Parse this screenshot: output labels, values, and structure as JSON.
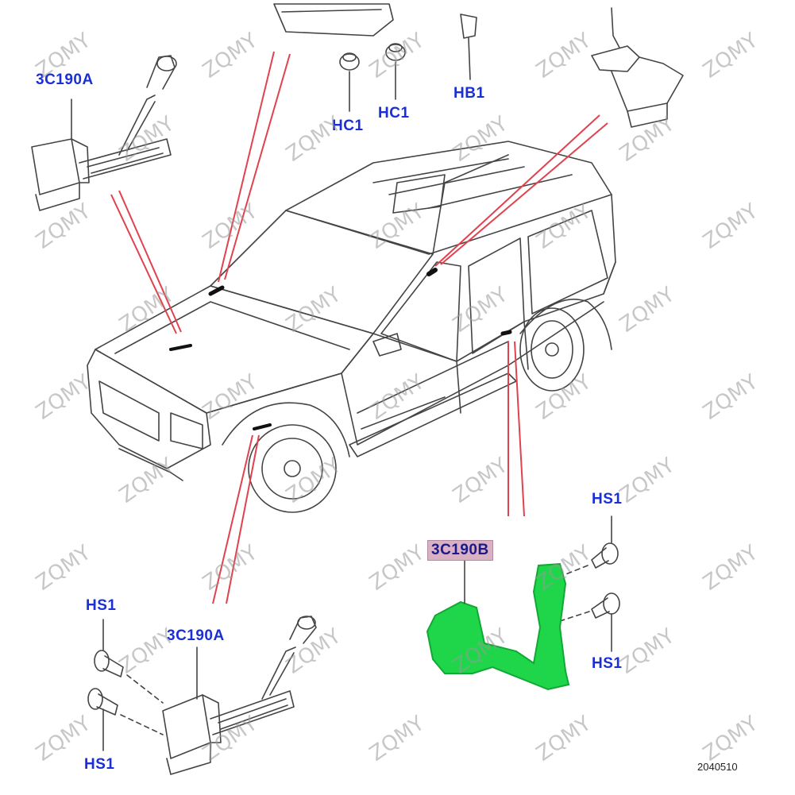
{
  "callouts": {
    "sensor_front_top": "3C190A",
    "hc1_left": "HC1",
    "hc1_right": "HC1",
    "hb1": "HB1",
    "sensor_front_bottom": "3C190A",
    "sensor_rear": "3C190B",
    "hs1_top_right": "HS1",
    "hs1_mid_right": "HS1",
    "hs1_bottom_left_top": "HS1",
    "hs1_bottom_left_bottom": "HS1"
  },
  "reference_number": "2040510",
  "watermark": "ZQMY",
  "colors": {
    "callout_text": "#1a2fd6",
    "leader_red": "#e0424e",
    "highlight_green": "#1fd64a",
    "line_art": "#444444"
  }
}
